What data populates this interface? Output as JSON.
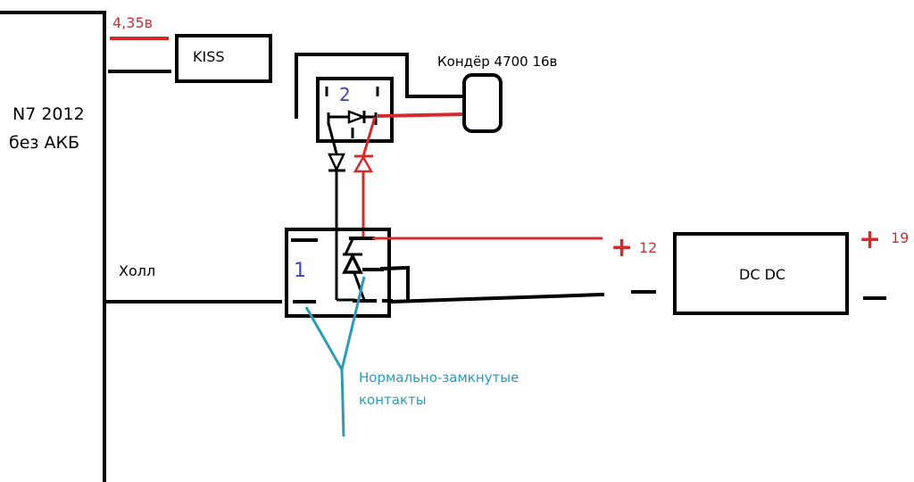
{
  "colors": {
    "wire_black": "#000000",
    "wire_red": "#d42a2a",
    "annotation_cyan": "#2e9ab8",
    "relay_number": "#3a46b8",
    "text_red": "#c0343a"
  },
  "phone": {
    "line1": "N7 2012",
    "line2": "без АКБ"
  },
  "kiss": {
    "label": "KISS",
    "voltage": "4,35в"
  },
  "capacitor": {
    "label": "Кондёр 4700 16в"
  },
  "relay1": {
    "number": "1"
  },
  "relay2": {
    "number": "2"
  },
  "hall": {
    "label": "Холл"
  },
  "dcdc": {
    "label": "DC DC",
    "input_plus": "+",
    "input_voltage": "12",
    "input_minus": "−",
    "output_plus": "+",
    "output_voltage": "19",
    "output_minus": "−"
  },
  "annotation": {
    "line1": "Нормально-замкнутые",
    "line2": "контакты"
  }
}
